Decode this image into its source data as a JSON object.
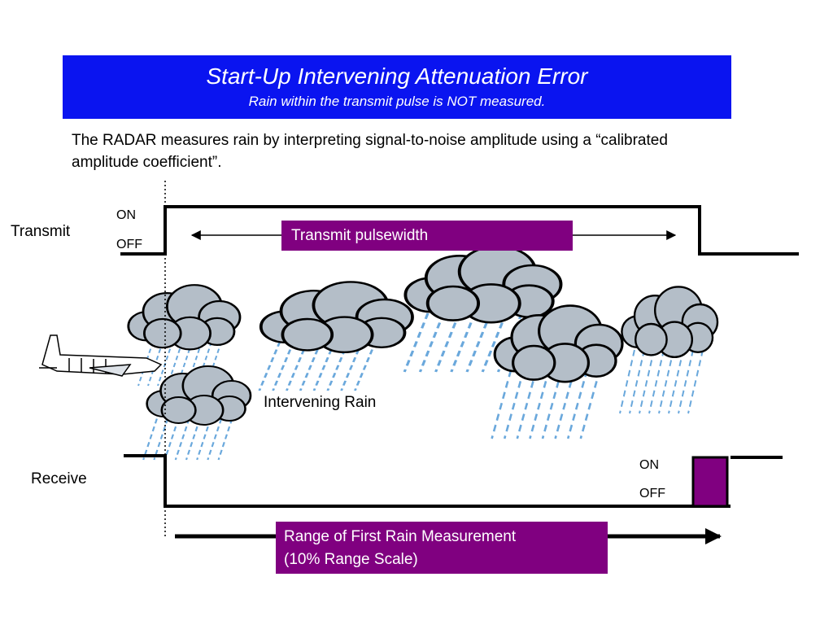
{
  "header": {
    "title": "Start-Up Intervening Attenuation Error",
    "subtitle": "Rain within the transmit pulse is NOT measured."
  },
  "description": "The RADAR measures rain by interpreting signal-to-noise amplitude using a “calibrated amplitude coefficient”.",
  "transmit": {
    "label": "Transmit",
    "on": "ON",
    "off": "OFF",
    "pulse_label": "Transmit pulsewidth"
  },
  "rain_label": "Intervening Rain",
  "receive": {
    "label": "Receive",
    "on": "ON",
    "off": "OFF"
  },
  "range_box": {
    "line1": "Range of First Rain Measurement",
    "line2": "(10% Range Scale)"
  },
  "colors": {
    "header_bg": "#0a14f0",
    "box_purple": "#800080",
    "cloud": "#b4bec8",
    "rain": "#6aa8dc"
  }
}
